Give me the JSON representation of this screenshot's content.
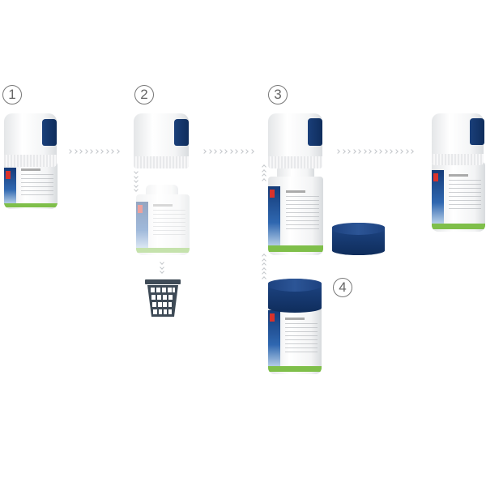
{
  "steps": [
    {
      "number": "1"
    },
    {
      "number": "2"
    },
    {
      "number": "3"
    },
    {
      "number": "4"
    }
  ],
  "colors": {
    "cap_tab": "#1a3f7a",
    "lid": "#0f2d5c",
    "label_green": "#7fbf4a",
    "arrow": "#c4c7cb",
    "basket": "#3e4a56"
  },
  "icons": [
    "waste-basket-icon",
    "chevron-arrows-right",
    "chevron-arrows-down",
    "chevron-arrows-up"
  ]
}
